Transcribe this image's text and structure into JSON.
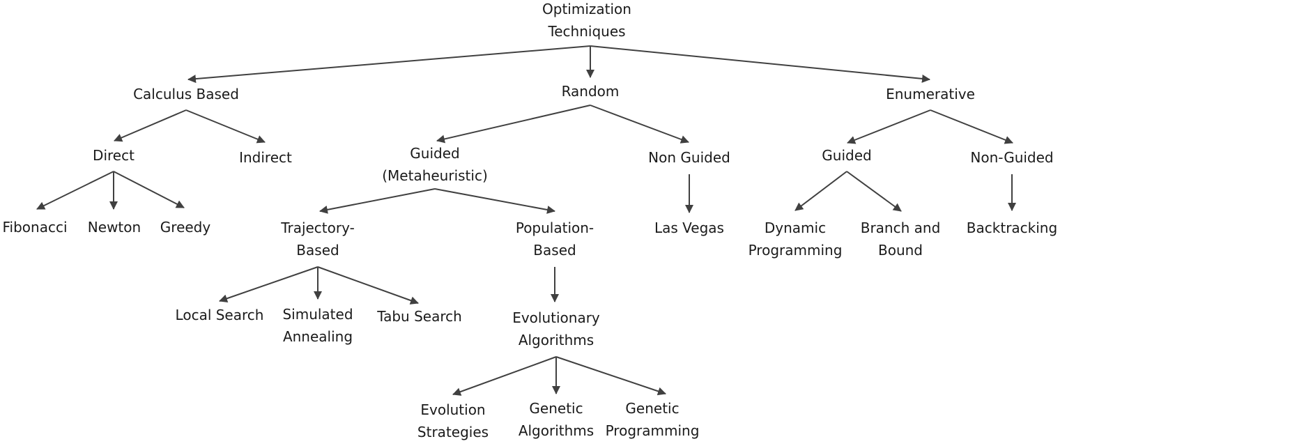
{
  "nodes": [
    {
      "id": "root",
      "lines": [
        "Optimization",
        "Techniques"
      ]
    },
    {
      "id": "calculus",
      "lines": [
        "Calculus Based"
      ]
    },
    {
      "id": "random",
      "lines": [
        "Random"
      ]
    },
    {
      "id": "enumerative",
      "lines": [
        "Enumerative"
      ]
    },
    {
      "id": "direct",
      "lines": [
        "Direct"
      ]
    },
    {
      "id": "indirect",
      "lines": [
        "Indirect"
      ]
    },
    {
      "id": "fibonacci",
      "lines": [
        "Fibonacci"
      ]
    },
    {
      "id": "newton",
      "lines": [
        "Newton"
      ]
    },
    {
      "id": "greedy",
      "lines": [
        "Greedy"
      ]
    },
    {
      "id": "guided-meta",
      "lines": [
        "Guided",
        "(Metaheuristic)"
      ]
    },
    {
      "id": "non-guided",
      "lines": [
        "Non Guided"
      ]
    },
    {
      "id": "las-vegas",
      "lines": [
        "Las Vegas"
      ]
    },
    {
      "id": "trajectory",
      "lines": [
        "Trajectory-",
        "Based"
      ]
    },
    {
      "id": "population",
      "lines": [
        "Population-",
        "Based"
      ]
    },
    {
      "id": "local-search",
      "lines": [
        "Local Search"
      ]
    },
    {
      "id": "simulated-annealing",
      "lines": [
        "Simulated",
        "Annealing"
      ]
    },
    {
      "id": "tabu-search",
      "lines": [
        "Tabu Search"
      ]
    },
    {
      "id": "evolutionary",
      "lines": [
        "Evolutionary",
        "Algorithms"
      ]
    },
    {
      "id": "evolution-strategies",
      "lines": [
        "Evolution",
        "Strategies"
      ]
    },
    {
      "id": "genetic-algorithms",
      "lines": [
        "Genetic",
        "Algorithms"
      ]
    },
    {
      "id": "genetic-programming",
      "lines": [
        "Genetic",
        "Programming"
      ]
    },
    {
      "id": "enum-guided",
      "lines": [
        "Guided"
      ]
    },
    {
      "id": "enum-non-guided",
      "lines": [
        "Non-Guided"
      ]
    },
    {
      "id": "dynamic-programming",
      "lines": [
        "Dynamic",
        "Programming"
      ]
    },
    {
      "id": "branch-and-bound",
      "lines": [
        "Branch and",
        "Bound"
      ]
    },
    {
      "id": "backtracking",
      "lines": [
        "Backtracking"
      ]
    }
  ],
  "edges": [
    [
      "root",
      "calculus"
    ],
    [
      "root",
      "random"
    ],
    [
      "root",
      "enumerative"
    ],
    [
      "calculus",
      "direct"
    ],
    [
      "calculus",
      "indirect"
    ],
    [
      "direct",
      "fibonacci"
    ],
    [
      "direct",
      "newton"
    ],
    [
      "direct",
      "greedy"
    ],
    [
      "random",
      "guided-meta"
    ],
    [
      "random",
      "non-guided"
    ],
    [
      "non-guided",
      "las-vegas"
    ],
    [
      "guided-meta",
      "trajectory"
    ],
    [
      "guided-meta",
      "population"
    ],
    [
      "trajectory",
      "local-search"
    ],
    [
      "trajectory",
      "simulated-annealing"
    ],
    [
      "trajectory",
      "tabu-search"
    ],
    [
      "population",
      "evolutionary"
    ],
    [
      "evolutionary",
      "evolution-strategies"
    ],
    [
      "evolutionary",
      "genetic-algorithms"
    ],
    [
      "evolutionary",
      "genetic-programming"
    ],
    [
      "enumerative",
      "enum-guided"
    ],
    [
      "enumerative",
      "enum-non-guided"
    ],
    [
      "enum-guided",
      "dynamic-programming"
    ],
    [
      "enum-guided",
      "branch-and-bound"
    ],
    [
      "enum-non-guided",
      "backtracking"
    ]
  ],
  "colors": {
    "line": "#404040",
    "text": "#1a1a1a"
  }
}
